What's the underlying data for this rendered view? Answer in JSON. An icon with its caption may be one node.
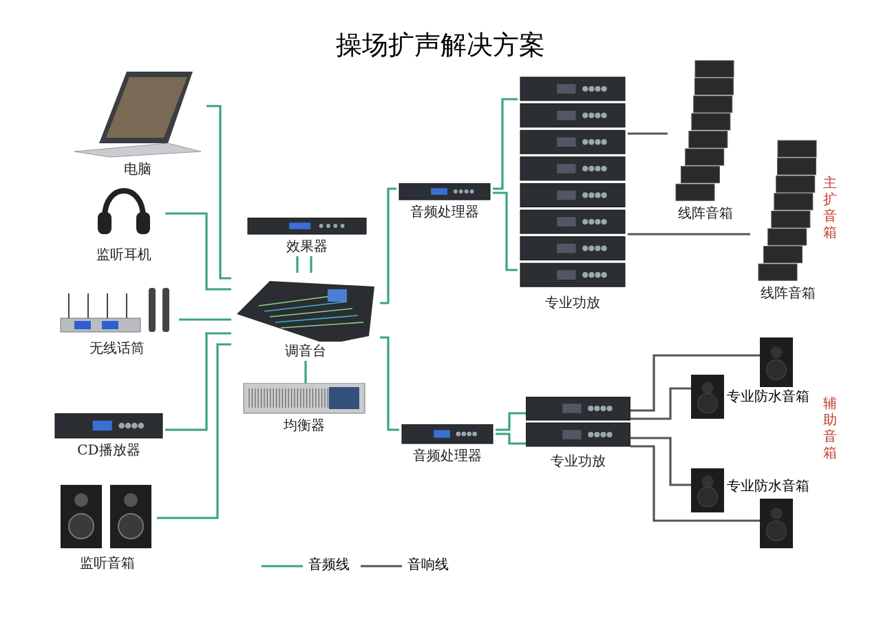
{
  "diagram": {
    "title": "操场扩声解决方案",
    "nodes": [
      {
        "text": [
          "电脑"
        ]
      },
      {
        "text": [
          "监听耳机"
        ]
      },
      {
        "text": [
          "无线话筒"
        ]
      },
      {
        "text": [
          "CD播放器"
        ]
      },
      {
        "text": [
          "监听音箱"
        ]
      },
      {
        "text": [
          "效果器"
        ]
      },
      {
        "text": [
          "调音台"
        ]
      },
      {
        "text": [
          "均衡器"
        ]
      },
      {
        "text": [
          "音频处理器"
        ]
      },
      {
        "text": [
          "专业功放"
        ]
      },
      {
        "text": [
          "线阵音箱"
        ]
      },
      {
        "text": [
          "线阵音箱"
        ]
      },
      {
        "text": [
          "音频处理器"
        ]
      },
      {
        "text": [
          "专业功放"
        ]
      },
      {
        "text": [],
        "shape": "box"
      },
      {
        "text": [],
        "shape": "box"
      },
      {
        "text": [],
        "shape": "box"
      },
      {
        "text": [],
        "shape": "box"
      }
    ],
    "edges": [
      {
        "from": 0,
        "to": 6,
        "arrow": "none"
      },
      {
        "from": 1,
        "to": 6,
        "arrow": "none"
      },
      {
        "from": 2,
        "to": 6,
        "arrow": "none"
      },
      {
        "from": 3,
        "to": 6,
        "arrow": "none"
      },
      {
        "from": 4,
        "to": 6,
        "arrow": "none"
      },
      {
        "from": 5,
        "to": 6,
        "arrow": "none"
      },
      {
        "from": 5,
        "to": 6,
        "arrow": "none"
      },
      {
        "from": 6,
        "to": 7,
        "arrow": "none"
      },
      {
        "from": 6,
        "to": 8,
        "arrow": "none"
      },
      {
        "from": 6,
        "to": 12,
        "arrow": "none"
      },
      {
        "from": 8,
        "to": 9,
        "arrow": "none"
      },
      {
        "from": 8,
        "to": 9,
        "arrow": "none"
      },
      {
        "from": 9,
        "to": 10,
        "arrow": "none",
        "color": "#555555"
      },
      {
        "from": 9,
        "to": 11,
        "arrow": "none",
        "color": "#555555"
      },
      {
        "from": 12,
        "to": 13,
        "arrow": "none"
      },
      {
        "from": 12,
        "to": 13,
        "arrow": "none"
      },
      {
        "from": 13,
        "to": 14,
        "arrow": "none",
        "color": "#555555"
      },
      {
        "from": 13,
        "to": 15,
        "arrow": "none",
        "color": "#555555"
      },
      {
        "from": 13,
        "to": 16,
        "arrow": "none",
        "color": "#555555"
      },
      {
        "from": 13,
        "to": 17,
        "arrow": "none",
        "color": "#555555"
      }
    ],
    "labels": [
      "主扩音箱",
      "专业防水音箱",
      "专业防水音箱",
      "辅助音箱"
    ],
    "legend": [
      {
        "text": "音频线"
      },
      {
        "text": "音响线"
      }
    ]
  }
}
